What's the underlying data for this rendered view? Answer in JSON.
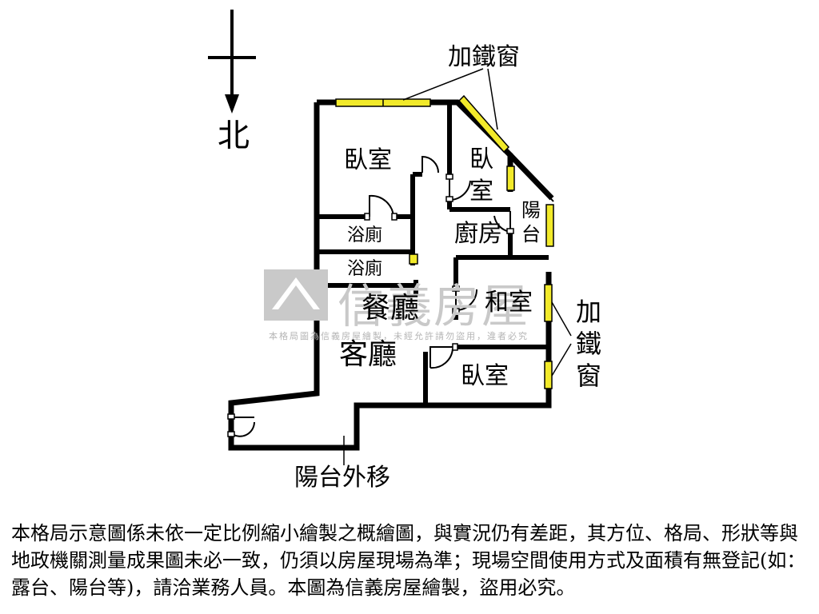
{
  "compass": {
    "label": "北"
  },
  "rooms": {
    "bedroom_top": "臥室",
    "bedroom_small": [
      "臥",
      "室"
    ],
    "bath_upper": "浴廁",
    "bath_lower": "浴廁",
    "kitchen": "廚房",
    "balcony": [
      "陽",
      "台"
    ],
    "dining": "餐廳",
    "living": "客廳",
    "japanese_room": "和室",
    "bedroom_bottom": "臥室"
  },
  "annotations": {
    "iron_window_top": "加鐵窗",
    "iron_window_right": [
      "加",
      "鐵",
      "窗"
    ],
    "balcony_moved": "陽台外移"
  },
  "watermark": {
    "brand": "信義房屋",
    "notice": "本格局圖為信義房屋繪製，未經允許請勿盜用，違者必究"
  },
  "disclaimer": "本格局示意圖係未依一定比例縮小繪製之概繪圖，與實況仍有差距，其方位、格局、形狀等與地政機關測量成果圖未必一致，仍須以房屋現場為準；現場空間使用方式及面積有無登記(如：露台、陽台等)，請洽業務人員。本圖為信義房屋繪製，盜用必究。",
  "colors": {
    "wall": "#000000",
    "window": "#f2ea2a",
    "watermark": "#c9c9c9"
  }
}
